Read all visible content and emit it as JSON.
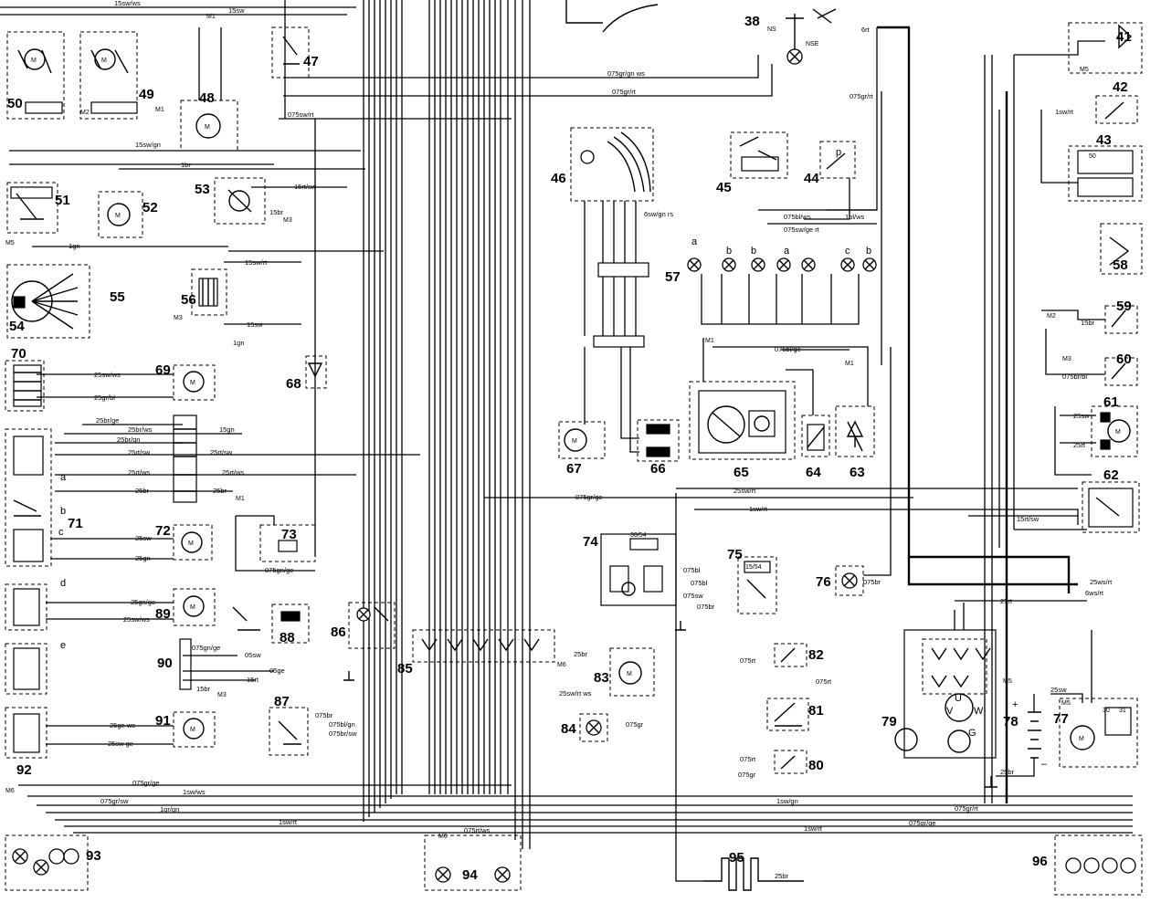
{
  "components": [
    {
      "id": "comp-38",
      "label": "38"
    },
    {
      "id": "comp-41",
      "label": "41"
    },
    {
      "id": "comp-42",
      "label": "42"
    },
    {
      "id": "comp-43",
      "label": "43"
    },
    {
      "id": "comp-44",
      "label": "44"
    },
    {
      "id": "comp-45",
      "label": "45"
    },
    {
      "id": "comp-46",
      "label": "46"
    },
    {
      "id": "comp-47",
      "label": "47"
    },
    {
      "id": "comp-48",
      "label": "48"
    },
    {
      "id": "comp-49",
      "label": "49"
    },
    {
      "id": "comp-50",
      "label": "50"
    },
    {
      "id": "comp-51",
      "label": "51"
    },
    {
      "id": "comp-52",
      "label": "52"
    },
    {
      "id": "comp-53",
      "label": "53"
    },
    {
      "id": "comp-54",
      "label": "54"
    },
    {
      "id": "comp-55",
      "label": "55"
    },
    {
      "id": "comp-56",
      "label": "56"
    },
    {
      "id": "comp-57",
      "label": "57"
    },
    {
      "id": "comp-58",
      "label": "58"
    },
    {
      "id": "comp-59",
      "label": "59"
    },
    {
      "id": "comp-60",
      "label": "60"
    },
    {
      "id": "comp-61",
      "label": "61"
    },
    {
      "id": "comp-62",
      "label": "62"
    },
    {
      "id": "comp-63",
      "label": "63"
    },
    {
      "id": "comp-64",
      "label": "64"
    },
    {
      "id": "comp-65",
      "label": "65"
    },
    {
      "id": "comp-66",
      "label": "66"
    },
    {
      "id": "comp-67",
      "label": "67"
    },
    {
      "id": "comp-68",
      "label": "68"
    },
    {
      "id": "comp-69",
      "label": "69"
    },
    {
      "id": "comp-70",
      "label": "70"
    },
    {
      "id": "comp-71",
      "label": "71"
    },
    {
      "id": "comp-72",
      "label": "72"
    },
    {
      "id": "comp-73",
      "label": "73"
    },
    {
      "id": "comp-74",
      "label": "74"
    },
    {
      "id": "comp-75",
      "label": "75"
    },
    {
      "id": "comp-76",
      "label": "76"
    },
    {
      "id": "comp-77",
      "label": "77"
    },
    {
      "id": "comp-78",
      "label": "78"
    },
    {
      "id": "comp-79",
      "label": "79"
    },
    {
      "id": "comp-80",
      "label": "80"
    },
    {
      "id": "comp-81",
      "label": "81"
    },
    {
      "id": "comp-82",
      "label": "82"
    },
    {
      "id": "comp-83",
      "label": "83"
    },
    {
      "id": "comp-84",
      "label": "84"
    },
    {
      "id": "comp-85",
      "label": "85"
    },
    {
      "id": "comp-86",
      "label": "86"
    },
    {
      "id": "comp-87",
      "label": "87"
    },
    {
      "id": "comp-88",
      "label": "88"
    },
    {
      "id": "comp-89",
      "label": "89"
    },
    {
      "id": "comp-90",
      "label": "90"
    },
    {
      "id": "comp-91",
      "label": "91"
    },
    {
      "id": "comp-92",
      "label": "92"
    },
    {
      "id": "comp-93",
      "label": "93"
    },
    {
      "id": "comp-94",
      "label": "94"
    },
    {
      "id": "comp-95",
      "label": "95"
    },
    {
      "id": "comp-96",
      "label": "96"
    }
  ],
  "wire_labels": {
    "w_15swws_top": "15sw/ws",
    "w_15sw_top": "15sw",
    "w_075grgnws": "075gr/gn ws",
    "w_075grrt_a": "075gr/rt",
    "w_075grrt_b": "075gr/rt",
    "w_075swrt": "075sw/rt",
    "w_15swgn": "15sw/gn",
    "w_1br": "1br",
    "w_15rtsw": "15rt/sw",
    "w_15br": "15br",
    "w_1gn": "1gn",
    "w_15swrt": "15sw/rt",
    "w_15sw_56": "15sw",
    "w_1gn_56": "1gn",
    "w_25swws": "25sw/ws",
    "w_25grbl": "25gr/bl",
    "w_25brge": "25br/ge",
    "w_25brws": "25br/ws",
    "w_25brgn": "25br/gn",
    "w_25rtsw_a": "25rt/sw",
    "w_25rtsw_b": "25rt/sw",
    "w_25rtws_a": "25rt/ws",
    "w_25rtws_b": "25rt/ws",
    "w_25br_a": "25br",
    "w_25br_b": "25br",
    "w_15gn": "15gn",
    "w_25sw": "25sw",
    "w_25gn": "25gn",
    "w_25gnge": "25gn/ge",
    "w_25swws_89": "25sw/ws",
    "w_25gnws": "25gn ws",
    "w_25swge": "25sw ge",
    "w_075gnge": "075gn/ge",
    "w_05sw": "05sw",
    "w_05ge": "05ge",
    "w_075gnge_90": "075gn/ge",
    "w_15br_90": "15br",
    "w_15rt_90": "15rt",
    "w_075grge": "075gr/ge",
    "w_25swrt": "25sw/rt",
    "w_1swrt_a": "1sw/rt",
    "w_15rtsw_62": "15rt/sw",
    "w_25wsrt": "25ws/rt",
    "w_6wsrt": "6ws/rt",
    "w_25rt": "25rt",
    "w_25sw_77": "25sw",
    "w_075bl_a": "075bl",
    "w_075bl_b": "075bl",
    "w_075sw": "075sw",
    "w_075br_75": "075br",
    "w_075br_76": "075br",
    "w_075rt_82": "075rt",
    "w_075rt_81": "075rt",
    "w_075rt_80": "075rt",
    "w_075gr_80": "075gr",
    "w_075gr_84": "075gr",
    "w_075br_87": "075br",
    "w_075blgn": "075bl/gn",
    "w_075brsw": "075br/sw",
    "w_25br_83": "25br",
    "w_25swrtws": "25sw/rt ws",
    "w_075blws": "075bl/ws",
    "w_075swge": "075sw/ge rt",
    "w_1blws": "1bl/ws",
    "w_075blge": "075bl/ge",
    "w_6swgn": "6sw/gn rs",
    "w_1swrt_42": "1sw/rt",
    "w_15br_59": "15br",
    "w_075brbl": "075br/bl",
    "w_25sw_61": "25sw",
    "w_25rt_61": "25rt",
    "w_1swgn": "1sw/gn",
    "w_075grrt_93": "075gr/rt",
    "w_1swrt_93": "1sw/rt",
    "w_075grge_93": "075gr/ge",
    "w_1swws_93": "1sw/ws",
    "w_075grsw": "075gr/sw",
    "w_1grgn": "1gr/gn",
    "w_075grge_b": "075gr/ge",
    "w_1swrt_b": "1sw/rt",
    "w_075rtws": "075rt/ws",
    "w_25br_95": "25br",
    "w_6rt": "6rt",
    "w_25br_78": "25br"
  },
  "letters": {
    "a1": "a",
    "b1": "b",
    "c1": "c",
    "d1": "d",
    "e1": "e",
    "a57": "a",
    "b57a": "b",
    "b57b": "b",
    "a57b": "a",
    "c57": "c",
    "b57c": "b",
    "p44": "p",
    "plus78": "+",
    "minus78": "–",
    "g79": "G",
    "u79": "U",
    "v79": "V",
    "w79": "W"
  },
  "terminals": {
    "m1_a": "M1",
    "m1_b": "M1",
    "m1_c": "M1",
    "m1_d": "M1",
    "m1_e": "M1",
    "m2_a": "M2",
    "m2_b": "M2",
    "m3_a": "M3",
    "m3_b": "M3",
    "m3_c": "M3",
    "m3_d": "M3",
    "m5_a": "M5",
    "m5_b": "M5",
    "m5_c": "M5",
    "m5_d": "M5",
    "m6_a": "M6",
    "m6_b": "M6",
    "m6_c": "M6",
    "ns": "NS",
    "nse": "NSE",
    "t3054": "30/54",
    "t1554": "15/54",
    "t30": "30",
    "t31": "31",
    "t50": "50"
  }
}
